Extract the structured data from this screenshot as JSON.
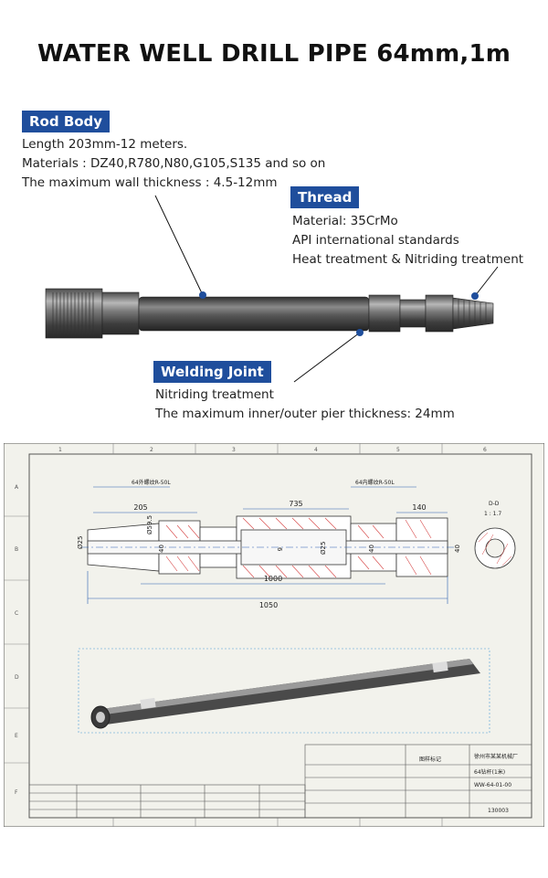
{
  "title": "WATER WELL DRILL PIPE 64mm,1m",
  "callouts": {
    "rod_body": {
      "label": "Rod Body",
      "lines": [
        "Length 203mm-12 meters.",
        "Materials : DZ40,R780,N80,G105,S135 and so on",
        "The maximum wall thickness : 4.5-12mm"
      ]
    },
    "thread": {
      "label": "Thread",
      "lines": [
        "Material: 35CrMo",
        "API international standards",
        "Heat treatment & Nitriding treatment"
      ]
    },
    "welding_joint": {
      "label": "Welding Joint",
      "lines": [
        "Nitriding treatment",
        "The maximum inner/outer pier thickness: 24mm"
      ]
    }
  },
  "drawing": {
    "labels": {
      "outer_thread": "64外螺纹R-50L",
      "inner_thread": "64内螺纹R-50L",
      "section": "D-D",
      "scale": "1 : 1.7"
    },
    "dimensions": {
      "d205": "205",
      "d735": "735",
      "d140": "140",
      "d1000": "1000",
      "d1050": "1050",
      "dia25_left": "Ø25",
      "dia59_5": "Ø59.5",
      "d40_left": "40",
      "d6": "6",
      "dia25_mid": "Ø25",
      "d40_mid": "40",
      "d40_right": "40"
    },
    "border_numbers": [
      "1",
      "2",
      "3",
      "4",
      "5",
      "6"
    ],
    "border_letters": [
      "A",
      "B",
      "C",
      "D",
      "E",
      "F"
    ],
    "title_block": {
      "part_name": "64钻杆(1米)",
      "drawing_no": "WW-64-01-00",
      "code": "130003",
      "company": "徐州市某某机械厂",
      "material": "图样标记"
    }
  },
  "colors": {
    "accent": "#1f4e9c",
    "pipe": "#6a6a6a",
    "hatch": "#d64545",
    "dim": "#2a5fb0",
    "paper": "#f2f2ec"
  }
}
